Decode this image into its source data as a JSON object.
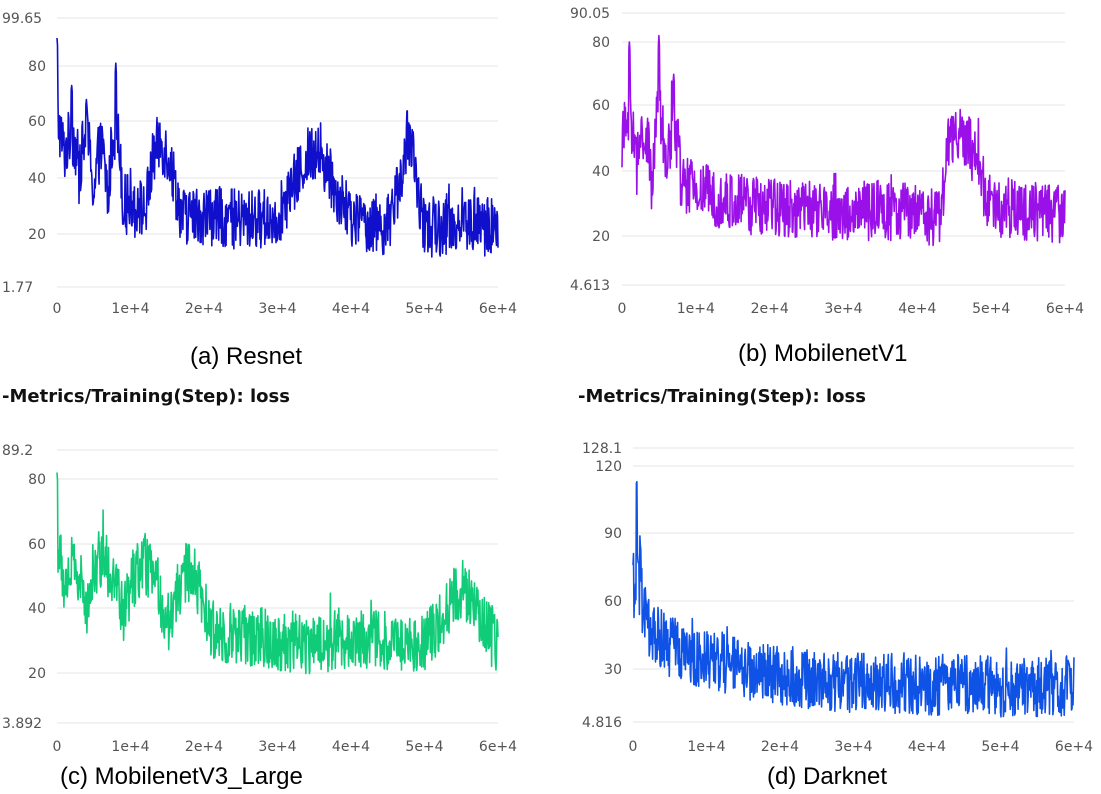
{
  "metric_headers": [
    "-Metrics/Training(Step): loss",
    "-Metrics/Training(Step): loss"
  ],
  "chart_data": [
    {
      "type": "line",
      "caption": "(a) Resnet",
      "color": "#1010cc",
      "x_ticks": [
        "0",
        "1e+4",
        "2e+4",
        "3e+4",
        "4e+4",
        "5e+4",
        "6e+4"
      ],
      "y_ticks": [
        "99.65",
        "80",
        "60",
        "40",
        "20",
        "1.77"
      ],
      "xlim": [
        0,
        60000
      ],
      "ylim": [
        1.77,
        99.65
      ],
      "series": [
        {
          "x": [
            0,
            1000,
            2000,
            3000,
            4000,
            5000,
            6000,
            7000,
            8000,
            9000,
            10000,
            12000,
            14000,
            17000,
            20000,
            25000,
            30000,
            35000,
            40000,
            45000,
            48000,
            50000,
            55000,
            60000
          ],
          "y": [
            90,
            50,
            73,
            40,
            68,
            34,
            55,
            32,
            81,
            30,
            33,
            28,
            63,
            26,
            27,
            25,
            26,
            52,
            25,
            23,
            53,
            22,
            24,
            22
          ]
        }
      ]
    },
    {
      "type": "line",
      "caption": "(b) MobilenetV1",
      "color": "#9a10e8",
      "x_ticks": [
        "0",
        "1e+4",
        "2e+4",
        "3e+4",
        "4e+4",
        "5e+4",
        "6e+4"
      ],
      "y_ticks": [
        "90.05",
        "80",
        "60",
        "40",
        "20",
        "4.613"
      ],
      "xlim": [
        0,
        60000
      ],
      "ylim": [
        4.613,
        90.05
      ],
      "series": [
        {
          "x": [
            0,
            1000,
            2000,
            3000,
            4000,
            5000,
            6000,
            7000,
            8000,
            10000,
            12000,
            15000,
            20000,
            25000,
            30000,
            35000,
            40000,
            43000,
            45000,
            50000,
            55000,
            60000
          ],
          "y": [
            52,
            80,
            40,
            62,
            35,
            82,
            38,
            70,
            36,
            34,
            33,
            30,
            29,
            28,
            27,
            28,
            27,
            26,
            62,
            29,
            28,
            27
          ]
        }
      ]
    },
    {
      "type": "line",
      "caption": "(c) MobilenetV3_Large",
      "color": "#10cc78",
      "x_ticks": [
        "0",
        "1e+4",
        "2e+4",
        "3e+4",
        "4e+4",
        "5e+4",
        "6e+4"
      ],
      "y_ticks": [
        "89.2",
        "80",
        "60",
        "40",
        "20",
        "3.892"
      ],
      "xlim": [
        0,
        60000
      ],
      "ylim": [
        3.892,
        89.2
      ],
      "series": [
        {
          "x": [
            0,
            1000,
            2000,
            4000,
            6000,
            9000,
            12000,
            15000,
            18000,
            21000,
            25000,
            30000,
            35000,
            40000,
            45000,
            50000,
            55000,
            60000
          ],
          "y": [
            82,
            45,
            60,
            40,
            68,
            38,
            62,
            35,
            55,
            33,
            32,
            30,
            29,
            31,
            30,
            29,
            47,
            28
          ]
        }
      ]
    },
    {
      "type": "line",
      "caption": "(d) Darknet",
      "color": "#0f52e6",
      "x_ticks": [
        "0",
        "1e+4",
        "2e+4",
        "3e+4",
        "4e+4",
        "5e+4",
        "6e+4"
      ],
      "y_ticks": [
        "128.1",
        "120",
        "90",
        "60",
        "30",
        "4.816"
      ],
      "xlim": [
        0,
        60000
      ],
      "ylim": [
        4.816,
        128.1
      ],
      "series": [
        {
          "x": [
            0,
            500,
            1000,
            2000,
            3000,
            5000,
            8000,
            10000,
            15000,
            20000,
            25000,
            30000,
            35000,
            40000,
            45000,
            50000,
            55000,
            60000
          ],
          "y": [
            76,
            115,
            85,
            55,
            45,
            40,
            36,
            35,
            30,
            27,
            25,
            24,
            24,
            23,
            23,
            22,
            22,
            22
          ]
        }
      ]
    }
  ]
}
